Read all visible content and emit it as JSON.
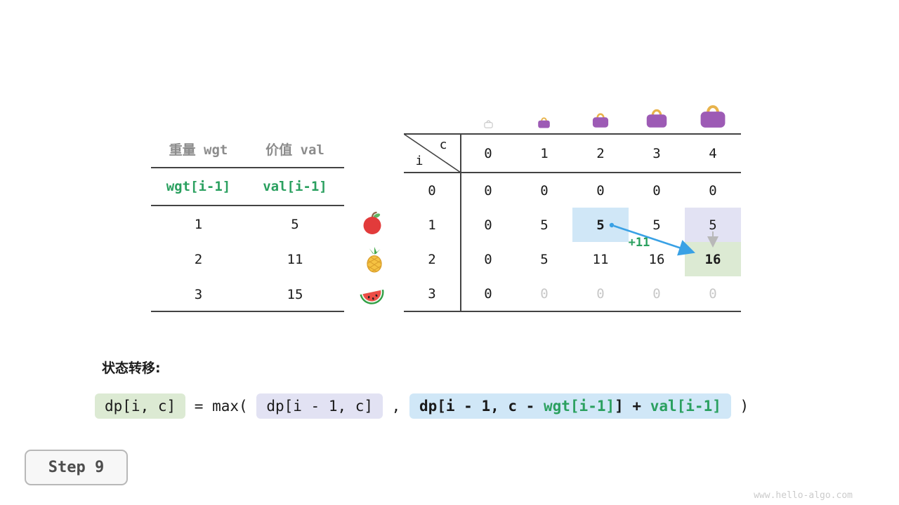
{
  "colors": {
    "green_text": "#2aa05f",
    "blue_arrow": "#39a1e5",
    "gray_arrow": "#b8b8b8",
    "bg_green": "#dcead3",
    "bg_blue": "#d0e7f7",
    "bg_purple": "#e2e2f3",
    "dim_zero": "#c8c8c8",
    "table_line": "#434343",
    "header_gray": "#8c8c8c"
  },
  "item_table": {
    "col_headers": [
      "重量 wgt",
      "价值 val"
    ],
    "formula_row": {
      "wgt": "wgt[i-1]",
      "val": "val[i-1]"
    },
    "rows": [
      {
        "wgt": "1",
        "val": "5",
        "icon": "apple"
      },
      {
        "wgt": "2",
        "val": "11",
        "icon": "pineapple"
      },
      {
        "wgt": "3",
        "val": "15",
        "icon": "watermelon"
      }
    ]
  },
  "dp_table": {
    "corner": {
      "col_var": "c",
      "row_var": "i"
    },
    "bag_icons": [
      "handbag-outline-xs",
      "handbag-s",
      "handbag-m",
      "handbag-l",
      "handbag-xl"
    ],
    "col_headers": [
      "0",
      "1",
      "2",
      "3",
      "4"
    ],
    "row_headers": [
      "0",
      "1",
      "2",
      "3"
    ],
    "rows": [
      [
        "0",
        "0",
        "0",
        "0",
        "0"
      ],
      [
        "0",
        "5",
        "5",
        "5",
        "5"
      ],
      [
        "0",
        "5",
        "11",
        "16",
        "16"
      ],
      [
        "0",
        "0",
        "0",
        "0",
        "0"
      ]
    ],
    "annotation": "+11"
  },
  "transition": {
    "label": "状态转移:",
    "lhs": "dp[i, c]",
    "eq_max": " = max( ",
    "arg1": "dp[i - 1, c]",
    "comma": " , ",
    "arg2_prefix": "dp[i - 1, c - ",
    "arg2_wgt": "wgt[i-1]",
    "arg2_mid": "] + ",
    "arg2_val": "val[i-1]",
    "close": " )"
  },
  "step_label": "Step 9",
  "watermark": "www.hello-algo.com"
}
